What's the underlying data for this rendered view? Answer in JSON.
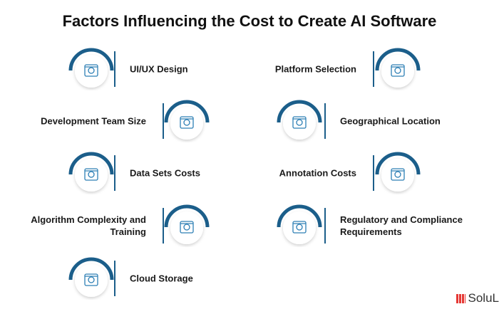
{
  "title": "Factors Influencing the Cost to Create AI Software",
  "items": [
    {
      "label": "UI/UX Design",
      "icon": "design-icon"
    },
    {
      "label": "Platform Selection",
      "icon": "devices-icon"
    },
    {
      "label": "Development Team Size",
      "icon": "team-icon"
    },
    {
      "label": "Geographical Location",
      "icon": "globe-location-icon"
    },
    {
      "label": "Data Sets Costs",
      "icon": "document-search-icon"
    },
    {
      "label": "Annotation Costs",
      "icon": "coins-icon"
    },
    {
      "label": "Algorithm Complexity and Training",
      "icon": "network-icon"
    },
    {
      "label": "Regulatory and Compliance Requirements",
      "icon": "compliance-document-icon"
    },
    {
      "label": "Cloud Storage",
      "icon": "cloud-storage-icon"
    }
  ],
  "logo": "SoluL",
  "colors": {
    "accent": "#1b5e8a",
    "icon": "#2d7fb5"
  }
}
